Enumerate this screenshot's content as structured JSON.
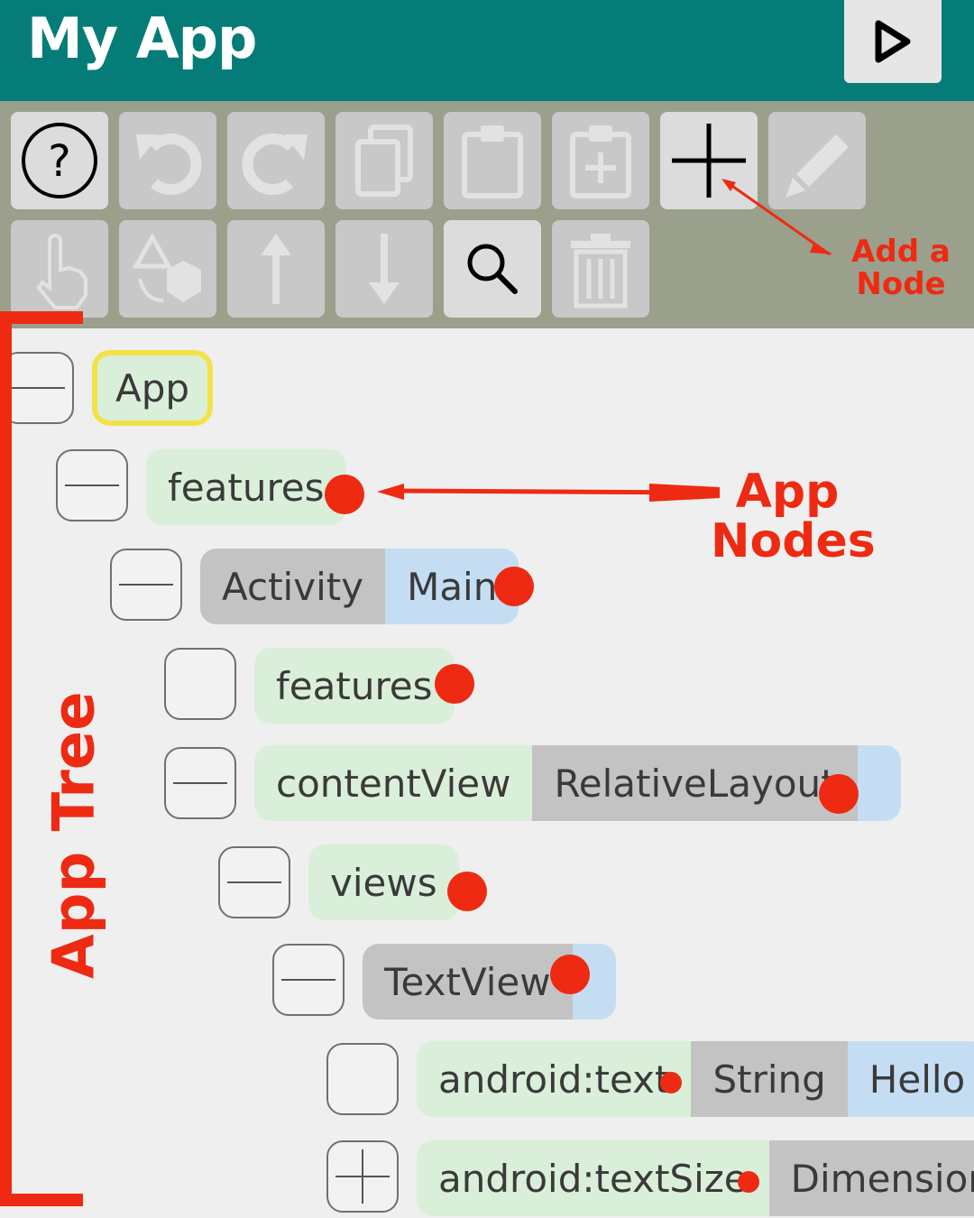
{
  "header": {
    "title": "My App"
  },
  "toolbar": {
    "buttons": [
      {
        "name": "help-icon",
        "enabled": true
      },
      {
        "name": "undo-icon",
        "enabled": false
      },
      {
        "name": "redo-icon",
        "enabled": false
      },
      {
        "name": "copy-icon",
        "enabled": false
      },
      {
        "name": "paste-icon",
        "enabled": false
      },
      {
        "name": "paste-add-icon",
        "enabled": false
      },
      {
        "name": "add-icon",
        "enabled": true
      },
      {
        "name": "edit-icon",
        "enabled": false
      },
      {
        "name": "pointer-hand-icon",
        "enabled": false
      },
      {
        "name": "shapes-cube-icon",
        "enabled": false
      },
      {
        "name": "move-up-icon",
        "enabled": false
      },
      {
        "name": "move-down-icon",
        "enabled": false
      },
      {
        "name": "search-icon",
        "enabled": true
      },
      {
        "name": "delete-icon",
        "enabled": false
      }
    ]
  },
  "tree": {
    "nodes": [
      {
        "expander": "collapse",
        "segments": [
          {
            "text": "App",
            "style": "green"
          }
        ]
      },
      {
        "expander": "collapse",
        "segments": [
          {
            "text": "features",
            "style": "green"
          }
        ]
      },
      {
        "expander": "collapse",
        "segments": [
          {
            "text": "Activity",
            "style": "gray"
          },
          {
            "text": "Main",
            "style": "blue"
          }
        ]
      },
      {
        "expander": "none",
        "segments": [
          {
            "text": "features",
            "style": "green"
          }
        ]
      },
      {
        "expander": "collapse",
        "segments": [
          {
            "text": "contentView",
            "style": "green"
          },
          {
            "text": "RelativeLayout",
            "style": "gray"
          },
          {
            "text": "",
            "style": "blue"
          }
        ]
      },
      {
        "expander": "collapse",
        "segments": [
          {
            "text": "views",
            "style": "green"
          }
        ]
      },
      {
        "expander": "collapse",
        "segments": [
          {
            "text": "TextView",
            "style": "gray"
          },
          {
            "text": "",
            "style": "blue"
          }
        ]
      },
      {
        "expander": "none",
        "segments": [
          {
            "text": "android:text",
            "style": "green"
          },
          {
            "text": "String",
            "style": "gray"
          },
          {
            "text": "Hello",
            "style": "blue"
          }
        ]
      },
      {
        "expander": "expand",
        "segments": [
          {
            "text": "android:textSize",
            "style": "green"
          },
          {
            "text": "Dimension",
            "style": "gray"
          }
        ]
      }
    ]
  },
  "annotations": {
    "add_node": [
      "Add a",
      "Node"
    ],
    "app_nodes": [
      "App",
      "Nodes"
    ],
    "app_tree": "App Tree",
    "color": "#ee2a12"
  },
  "colors": {
    "header": "#067c78",
    "toolbar": "#9aa08c",
    "selected_border": "#f2e24a"
  }
}
